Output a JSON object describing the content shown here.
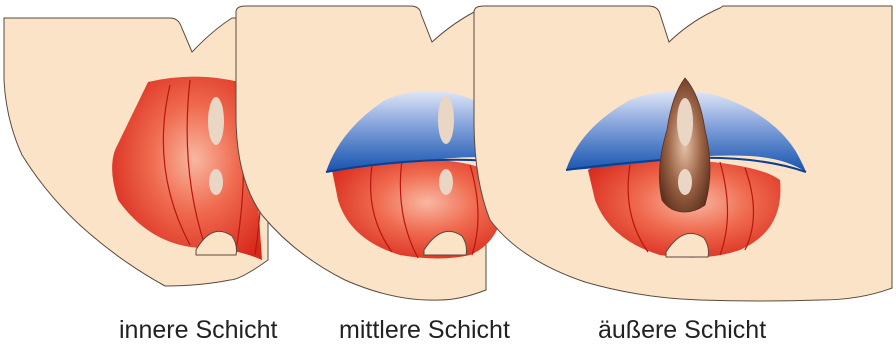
{
  "labels": {
    "inner": "innere Schicht",
    "middle": "mittlere Schicht",
    "outer": "äußere Schicht"
  },
  "colors": {
    "skin": "#fbe3c8",
    "outline": "#5a4a3e",
    "muscle_red": "#e8361f",
    "muscle_light": "#f7a08b",
    "membrane_blue": "#1b58b0",
    "membrane_light": "#cbd6ef",
    "opening": "#e9d6c4",
    "brown_muscle": "#7a4b35"
  }
}
